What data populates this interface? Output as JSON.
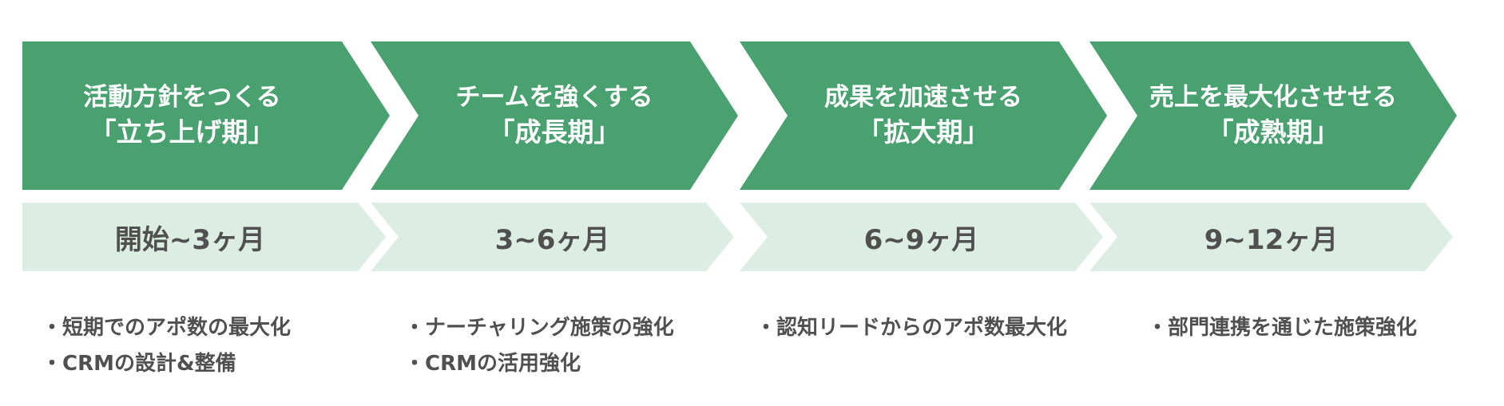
{
  "colors": {
    "primary_green": "#4aa170",
    "light_green": "#dcede3",
    "text_gray": "#505050",
    "text_white": "#ffffff"
  },
  "phases": [
    {
      "title": "活動方針をつくる",
      "stage": "「立ち上げ期」",
      "period": "開始~3ヶ月",
      "bullets": [
        "・短期でのアポ数の最大化",
        "・CRMの設計&整備"
      ]
    },
    {
      "title": "チームを強くする",
      "stage": "「成長期」",
      "period": "3~6ヶ月",
      "bullets": [
        "・ナーチャリング施策の強化",
        "・CRMの活用強化"
      ]
    },
    {
      "title": "成果を加速させる",
      "stage": "「拡大期」",
      "period": "6~9ヶ月",
      "bullets": [
        "・認知リードからのアポ数最大化"
      ]
    },
    {
      "title": "売上を最大化させせる",
      "stage": "「成熟期」",
      "period": "9~12ヶ月",
      "bullets": [
        "・部門連携を通じた施策強化"
      ]
    }
  ]
}
